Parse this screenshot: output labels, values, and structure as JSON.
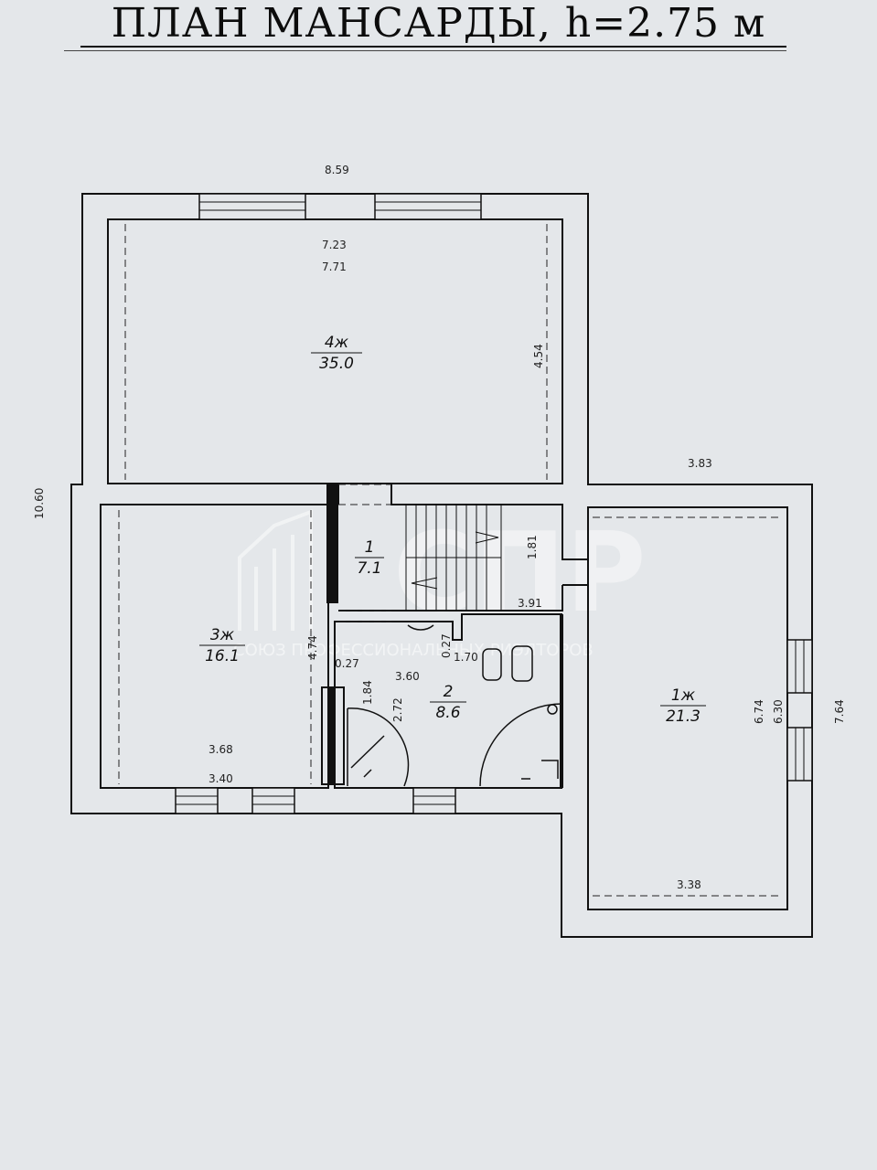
{
  "title": "ПЛАН МАНСАРДЫ, h=2.75 м",
  "rooms": [
    {
      "num": "4ж",
      "area": "35.0"
    },
    {
      "num": "3ж",
      "area": "16.1"
    },
    {
      "num": "1",
      "area": "7.1"
    },
    {
      "num": "2",
      "area": "8.6"
    },
    {
      "num": "1ж",
      "area": "21.3"
    }
  ],
  "dims": {
    "top_total": "8.59",
    "room4_inner": "7.23",
    "room4_outer": "7.71",
    "room4_depth": "4.54",
    "left_total": "10.60",
    "right_wing_top": "3.83",
    "room3_depth": "4.74",
    "room3_bottom_outer": "3.68",
    "room3_bottom_inner": "3.40",
    "stair_depth": "1.81",
    "stair_width": "3.91",
    "bath_wall_a": "0.27",
    "bath_wall_b": "0.27",
    "bath_inner_width": "1.70",
    "bath_width": "3.60",
    "bath_depth": "2.72",
    "closet_depth": "1.84",
    "room1_outer_depth": "6.74",
    "room1_inner_depth": "6.30",
    "right_total": "7.64",
    "room1_bottom": "3.38"
  },
  "watermark": {
    "logo": "СПР",
    "text": "СОЮЗ ПРОФЕССИОНАЛЬНЫХ РИЭЛТОРОВ"
  }
}
